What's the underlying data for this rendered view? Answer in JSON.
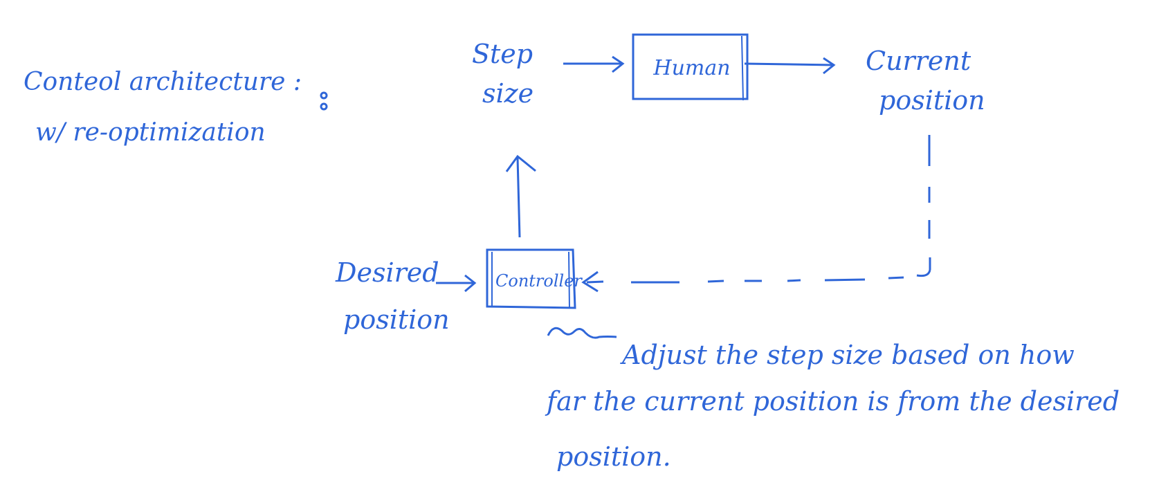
{
  "title": {
    "line1": "Conteol architecture :",
    "line2": "w/ re-optimization"
  },
  "nodes": {
    "step_size": {
      "line1": "Step",
      "line2": "size"
    },
    "human": {
      "label": "Human"
    },
    "current_position": {
      "line1": "Current",
      "line2": "position"
    },
    "desired_position": {
      "line1": "Desired",
      "line2": "position"
    },
    "controller": {
      "label": "Controller"
    }
  },
  "annotation": {
    "line1": "Adjust the step size based on how",
    "line2": "far the current position is from the desired",
    "line3": "position."
  },
  "colors": {
    "ink": "#2f66d8",
    "background": "#ffffff"
  }
}
